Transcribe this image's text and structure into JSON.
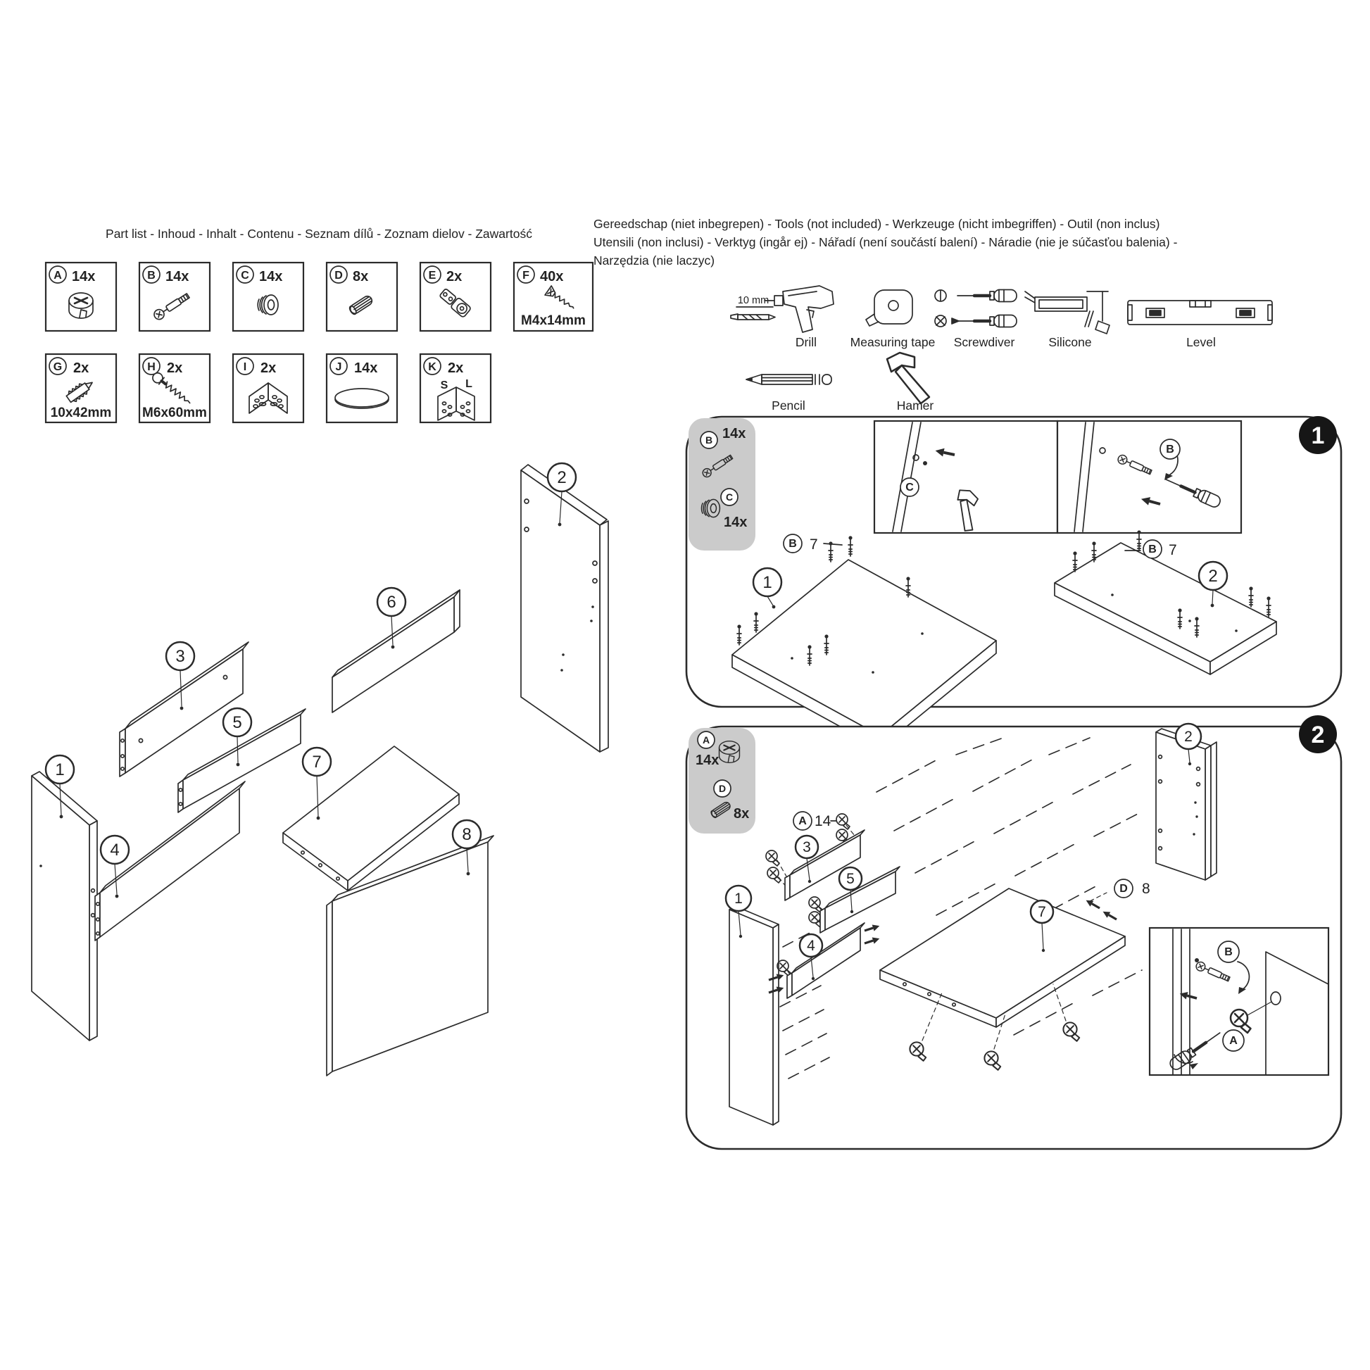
{
  "part_list": {
    "title": "Part list - Inhoud - Inhalt - Contenu - Seznam dílů - Zoznam dielov - Zawartość",
    "parts": [
      {
        "letter": "A",
        "count": "14x",
        "icon": "cam-lock",
        "size": ""
      },
      {
        "letter": "B",
        "count": "14x",
        "icon": "cam-bolt",
        "size": ""
      },
      {
        "letter": "C",
        "count": "14x",
        "icon": "cover-cap",
        "size": ""
      },
      {
        "letter": "D",
        "count": "8x",
        "icon": "wood-dowel",
        "size": ""
      },
      {
        "letter": "E",
        "count": "2x",
        "icon": "hinge",
        "size": ""
      },
      {
        "letter": "F",
        "count": "40x",
        "icon": "screw",
        "size": "M4x14mm"
      },
      {
        "letter": "G",
        "count": "2x",
        "icon": "wall-plug",
        "size": "10x42mm"
      },
      {
        "letter": "H",
        "count": "2x",
        "icon": "long-screw",
        "size": "M6x60mm"
      },
      {
        "letter": "I",
        "count": "2x",
        "icon": "angle-bracket",
        "size": ""
      },
      {
        "letter": "J",
        "count": "14x",
        "icon": "round-cover",
        "size": ""
      },
      {
        "letter": "K",
        "count": "2x",
        "icon": "corner-bracket",
        "size": "",
        "labels": {
          "s": "S",
          "l": "L"
        }
      }
    ]
  },
  "tools": {
    "title_lines": [
      "Gereedschap (niet inbegrepen) - Tools (not included) -  Werkzeuge (nicht imbegriffen) - Outil (non inclus)",
      "Utensili (non inclusi) - Verktyg (ingår ej) - Nářadí (není součástí balení) - Náradie (nie je súčasťou balenia) -",
      "Narzędzia (nie laczyc)"
    ],
    "items": [
      {
        "label": "Drill",
        "note": "10 mm",
        "icon": "drill"
      },
      {
        "label": "Measuring tape",
        "icon": "measuring-tape"
      },
      {
        "label": "Screwdiver",
        "icon": "screwdriver"
      },
      {
        "label": "Silicone",
        "icon": "caulk-gun"
      },
      {
        "label": "Level",
        "icon": "spirit-level"
      },
      {
        "label": "Pencil",
        "icon": "pencil"
      },
      {
        "label": "Hamer",
        "icon": "hammer"
      }
    ]
  },
  "exploded": {
    "labels": [
      "1",
      "2",
      "3",
      "4",
      "5",
      "6",
      "7",
      "8"
    ]
  },
  "steps": [
    {
      "number": "1",
      "hardware": [
        {
          "letter": "B",
          "count": "14x"
        },
        {
          "letter": "C",
          "count": "14x"
        }
      ],
      "annotations": [
        {
          "letter": "B",
          "count": "7"
        },
        {
          "letter": "B",
          "count": "7"
        }
      ],
      "board_labels": [
        "1",
        "2"
      ],
      "inset_letters": [
        "C",
        "B"
      ]
    },
    {
      "number": "2",
      "hardware": [
        {
          "letter": "A",
          "count": "14x"
        },
        {
          "letter": "D",
          "count": "8x"
        }
      ],
      "annotations": [
        {
          "letter": "A",
          "count": "14"
        },
        {
          "letter": "D",
          "count": "8"
        }
      ],
      "part_labels": [
        "1",
        "3",
        "5",
        "4",
        "7",
        "2"
      ],
      "inset_letters": [
        "B",
        "A"
      ]
    }
  ],
  "colors": {
    "line": "#2b2b2b",
    "panel_gray": "#cbcbcb",
    "badge_bg": "#161616"
  }
}
